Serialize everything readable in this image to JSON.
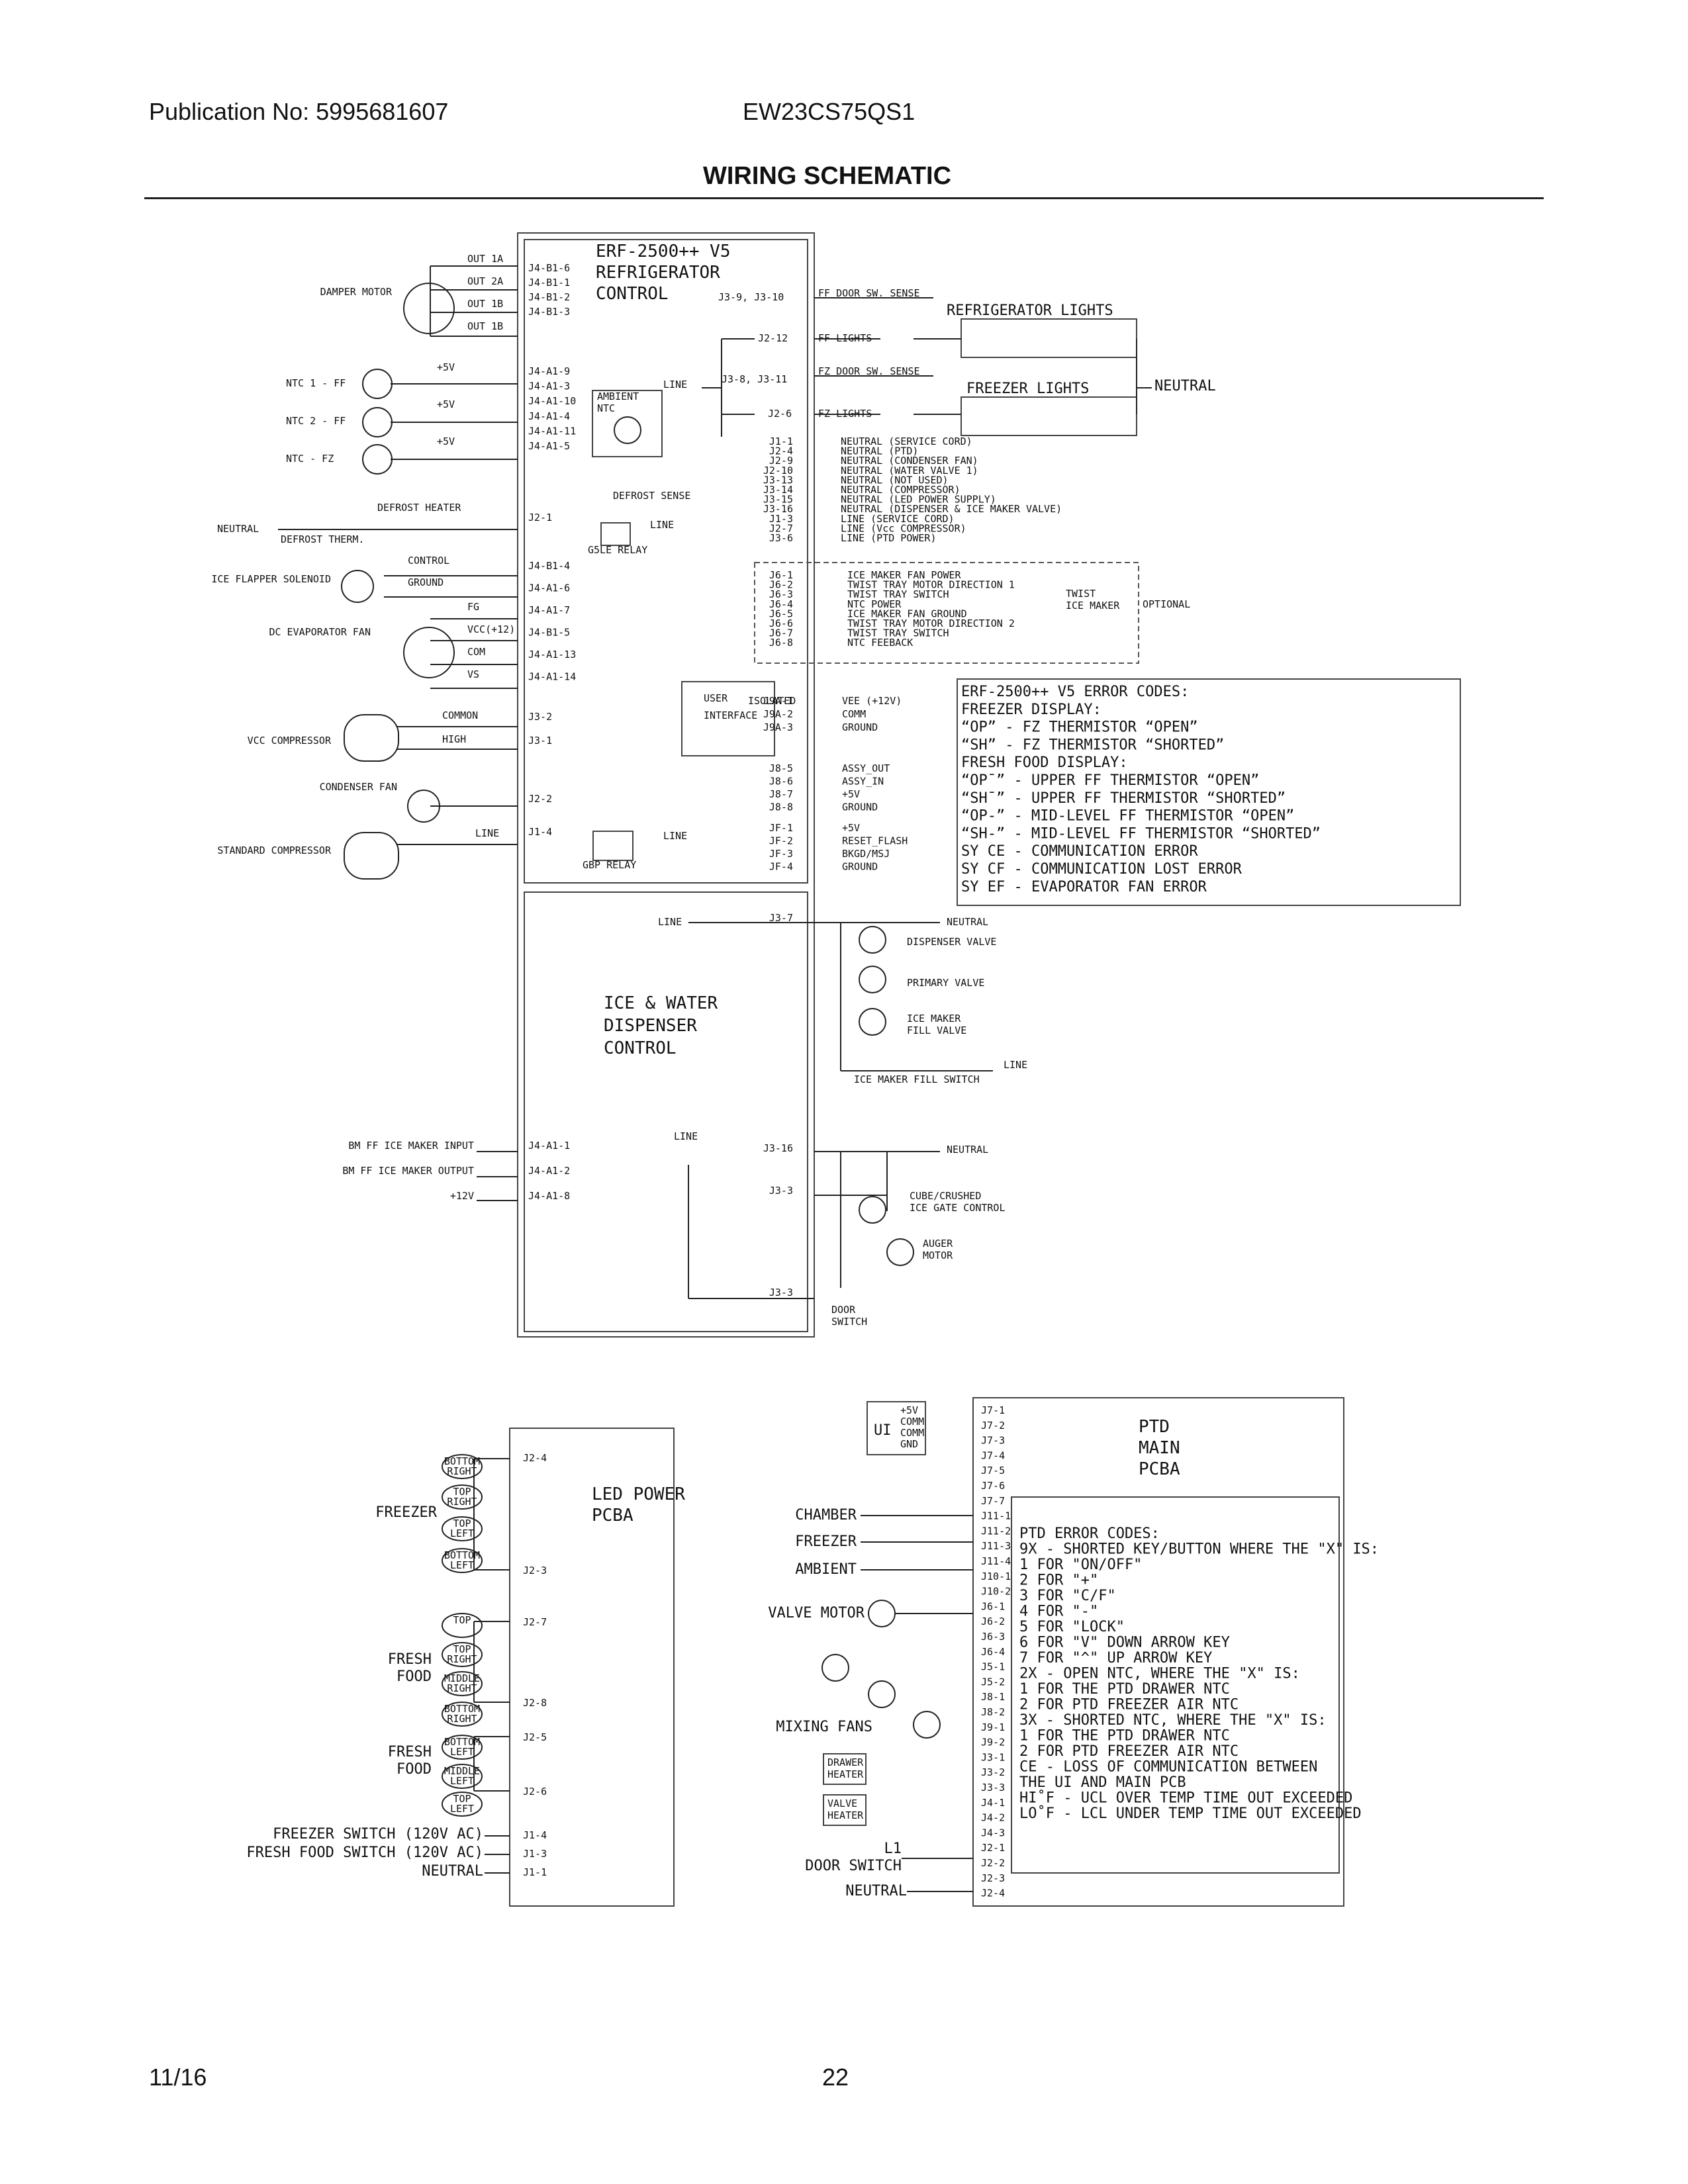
{
  "header": {
    "publication": "Publication No: 5995681607",
    "model": "EW23CS75QS1",
    "title": "WIRING SCHEMATIC"
  },
  "footer": {
    "date": "11/16",
    "page": "22"
  },
  "main_control": {
    "title": [
      "ERF-2500++ V5",
      "REFRIGERATOR",
      "CONTROL"
    ],
    "left_pins": [
      "J4-B1-6",
      "J4-B1-1",
      "J4-B1-2",
      "J4-B1-3",
      "J4-A1-9",
      "J4-A1-3",
      "J4-A1-10",
      "J4-A1-4",
      "J4-A1-11",
      "J4-A1-5",
      "J2-1",
      "J4-B1-4",
      "J4-A1-6",
      "J4-A1-7",
      "J4-B1-5",
      "J4-A1-13",
      "J4-A1-14",
      "J3-2",
      "J3-1",
      "J2-2",
      "J1-4"
    ],
    "left_wires": [
      "OUT 1A",
      "OUT 2A",
      "OUT 1B",
      "OUT 1B",
      "+5V",
      "+5V",
      "+5V",
      "CONTROL",
      "GROUND",
      "FG",
      "VCC(+12)",
      "COM",
      "VS",
      "COMMON",
      "HIGH",
      "LINE"
    ],
    "left_components": [
      "DAMPER MOTOR",
      "NTC 1 - FF",
      "NTC 2 - FF",
      "NTC - FZ",
      "NEUTRAL",
      "DEFROST THERM.",
      "DEFROST HEATER",
      "ICE FLAPPER SOLENOID",
      "DC EVAPORATOR FAN",
      "VCC COMPRESSOR",
      "CONDENSER FAN",
      "STANDARD COMPRESSOR"
    ],
    "ambient": [
      "AMBIENT",
      "NTC"
    ],
    "relays": [
      "G5LE RELAY",
      "GBP RELAY"
    ],
    "inner_labels": [
      "J3-9, J3-10",
      "J2-12",
      "J3-8, J3-11",
      "J2-6",
      "LINE",
      "DEFROST SENSE",
      "LINE",
      "LINE"
    ],
    "right_top": [
      "FF DOOR SW. SENSE",
      "FF LIGHTS",
      "FZ DOOR SW. SENSE",
      "FZ LIGHTS"
    ],
    "lights": [
      "REFRIGERATOR LIGHTS",
      "FREEZER LIGHTS",
      "NEUTRAL"
    ],
    "neutral_pins": [
      "J1-1",
      "J2-4",
      "J2-9",
      "J2-10",
      "J3-13",
      "J3-14",
      "J3-15",
      "J3-16",
      "J1-3",
      "J2-7",
      "J3-6"
    ],
    "neutral_desc": [
      "NEUTRAL (SERVICE CORD)",
      "NEUTRAL (PTD)",
      "NEUTRAL (CONDENSER FAN)",
      "NEUTRAL (WATER VALVE 1)",
      "NEUTRAL (NOT USED)",
      "NEUTRAL (COMPRESSOR)",
      "NEUTRAL (LED POWER SUPPLY)",
      "NEUTRAL (DISPENSER & ICE MAKER VALVE)",
      "LINE (SERVICE CORD)",
      "LINE (Vcc COMPRESSOR)",
      "LINE (PTD POWER)"
    ],
    "j6_pins": [
      "J6-1",
      "J6-2",
      "J6-3",
      "J6-4",
      "J6-5",
      "J6-6",
      "J6-7",
      "J6-8"
    ],
    "j6_desc": [
      "ICE MAKER FAN POWER",
      "TWIST TRAY MOTOR DIRECTION 1",
      "TWIST TRAY SWITCH",
      "NTC POWER",
      "ICE MAKER FAN GROUND",
      "TWIST TRAY MOTOR DIRECTION 2",
      "TWIST TRAY SWITCH",
      "NTC FEEBACK"
    ],
    "twist": [
      "TWIST",
      "ICE MAKER",
      "OPTIONAL"
    ],
    "ui_block": [
      "USER",
      "INTERFACE",
      "ISOLATED"
    ],
    "j9_pins": [
      "J9A-1",
      "J9A-2",
      "J9A-3"
    ],
    "j9_desc": [
      "VEE (+12V)",
      "COMM",
      "GROUND"
    ],
    "j8_pins": [
      "J8-5",
      "J8-6",
      "J8-7",
      "J8-8"
    ],
    "j8_desc": [
      "ASSY_OUT",
      "ASSY_IN",
      "+5V",
      "GROUND"
    ],
    "jf_pins": [
      "JF-1",
      "JF-2",
      "JF-3",
      "JF-4"
    ],
    "jf_desc": [
      "+5V",
      "RESET_FLASH",
      "BKGD/MSJ",
      "GROUND"
    ]
  },
  "error_codes": [
    "ERF-2500++ V5  ERROR  CODES:",
    "FREEZER  DISPLAY:",
    "        “OP”  -  FZ  THERMISTOR  “OPEN”",
    "        “SH”  -  FZ  THERMISTOR  “SHORTED”",
    "FRESH  FOOD  DISPLAY:",
    "        “OPˉ”  -  UPPER  FF  THERMISTOR  “OPEN”",
    "        “SHˉ”  -  UPPER  FF THERMISTOR  “SHORTED”",
    "        “OP-”  -  MID-LEVEL  FF  THERMISTOR  “OPEN”",
    "        “SH-”  -  MID-LEVEL  FF  THERMISTOR  “SHORTED”",
    "    SY  CE  -  COMMUNICATION  ERROR",
    "    SY  CF  -  COMMUNICATION  LOST  ERROR",
    "    SY  EF  -  EVAPORATOR  FAN  ERROR"
  ],
  "dispenser": {
    "title": [
      "ICE & WATER",
      "DISPENSER",
      "CONTROL"
    ],
    "pins": [
      "J3-7",
      "J3-16",
      "J3-3",
      "J3-3",
      "J4-A1-1",
      "J4-A1-2",
      "J4-A1-8"
    ],
    "inputs": [
      "BM FF ICE MAKER INPUT",
      "BM FF ICE MAKER OUTPUT",
      "+12V"
    ],
    "labels": [
      "LINE",
      "LINE",
      "NEUTRAL",
      "DISPENSER VALVE",
      "PRIMARY VALVE",
      "ICE MAKER",
      "FILL VALVE",
      "LINE",
      "ICE MAKER FILL SWITCH",
      "NEUTRAL",
      "CUBE/CRUSHED",
      "ICE GATE CONTROL",
      "AUGER",
      "MOTOR",
      "DOOR",
      "SWITCH"
    ]
  },
  "led": {
    "title": [
      "LED POWER",
      "PCBA"
    ],
    "pins": [
      "J2-4",
      "J2-3",
      "J2-7",
      "J2-8",
      "J2-5",
      "J2-6",
      "J1-4",
      "J1-3",
      "J1-1"
    ],
    "groups": [
      "FREEZER",
      "FRESH",
      "FOOD",
      "FRESH",
      "FOOD"
    ],
    "lamps": [
      [
        "BOTTOM",
        "RIGHT"
      ],
      [
        "TOP",
        "RIGHT"
      ],
      [
        "TOP",
        "LEFT"
      ],
      [
        "BOTTOM",
        "LEFT"
      ],
      [
        "TOP",
        ""
      ],
      [
        "TOP",
        "RIGHT"
      ],
      [
        "MIDDLE",
        "RIGHT"
      ],
      [
        "BOTTOM",
        "RIGHT"
      ],
      [
        "BOTTOM",
        "LEFT"
      ],
      [
        "MIDDLE",
        "LEFT"
      ],
      [
        "TOP",
        "LEFT"
      ]
    ],
    "switches": [
      "FREEZER SWITCH (120V AC)",
      "FRESH FOOD SWITCH (120V AC)",
      "NEUTRAL"
    ]
  },
  "ptd": {
    "title": [
      "PTD",
      "MAIN",
      "PCBA"
    ],
    "ui": "UI",
    "ui_pins": [
      "+5V",
      "COMM",
      "COMM",
      "GND"
    ],
    "pins": [
      "J7-1",
      "J7-2",
      "J7-3",
      "J7-4",
      "J7-5",
      "J7-6",
      "J7-7",
      "J11-1",
      "J11-2",
      "J11-3",
      "J11-4",
      "J10-1",
      "J10-2",
      "J6-1",
      "J6-2",
      "J6-3",
      "J6-4",
      "J5-1",
      "J5-2",
      "J8-1",
      "J8-2",
      "J9-1",
      "J9-2",
      "J3-1",
      "J3-2",
      "J3-3",
      "J4-1",
      "J4-2",
      "J4-3",
      "J2-1",
      "J2-2",
      "J2-3",
      "J2-4"
    ],
    "left_labels": [
      "CHAMBER",
      "FREEZER",
      "AMBIENT",
      "VALVE MOTOR",
      "MIXING FANS",
      "L1",
      "DOOR SWITCH",
      "NEUTRAL"
    ],
    "heaters": [
      [
        "DRAWER",
        "HEATER"
      ],
      [
        "VALVE",
        "HEATER"
      ]
    ],
    "errors": [
      "PTD ERROR CODES:",
      "9X - SHORTED KEY/BUTTON WHERE THE \"X\" IS:",
      "  1 FOR \"ON/OFF\"",
      "  2 FOR \"+\"",
      "  3 FOR \"C/F\"",
      "  4 FOR \"-\"",
      "  5 FOR \"LOCK\"",
      "  6 FOR \"V\" DOWN ARROW KEY",
      "  7 FOR \"^\" UP ARROW KEY",
      "2X - OPEN NTC, WHERE THE \"X\" IS:",
      "  1 FOR THE PTD DRAWER NTC",
      "  2 FOR PTD FREEZER AIR NTC",
      "3X - SHORTED NTC, WHERE THE \"X\" IS:",
      "  1 FOR THE PTD DRAWER NTC",
      "  2 FOR PTD FREEZER AIR NTC",
      "CE - LOSS OF COMMUNICATION BETWEEN",
      "     THE UI AND MAIN PCB",
      "HI˚F - UCL OVER TEMP TIME OUT EXCEEDED",
      "LO˚F - LCL UNDER TEMP TIME OUT EXCEEDED"
    ]
  }
}
